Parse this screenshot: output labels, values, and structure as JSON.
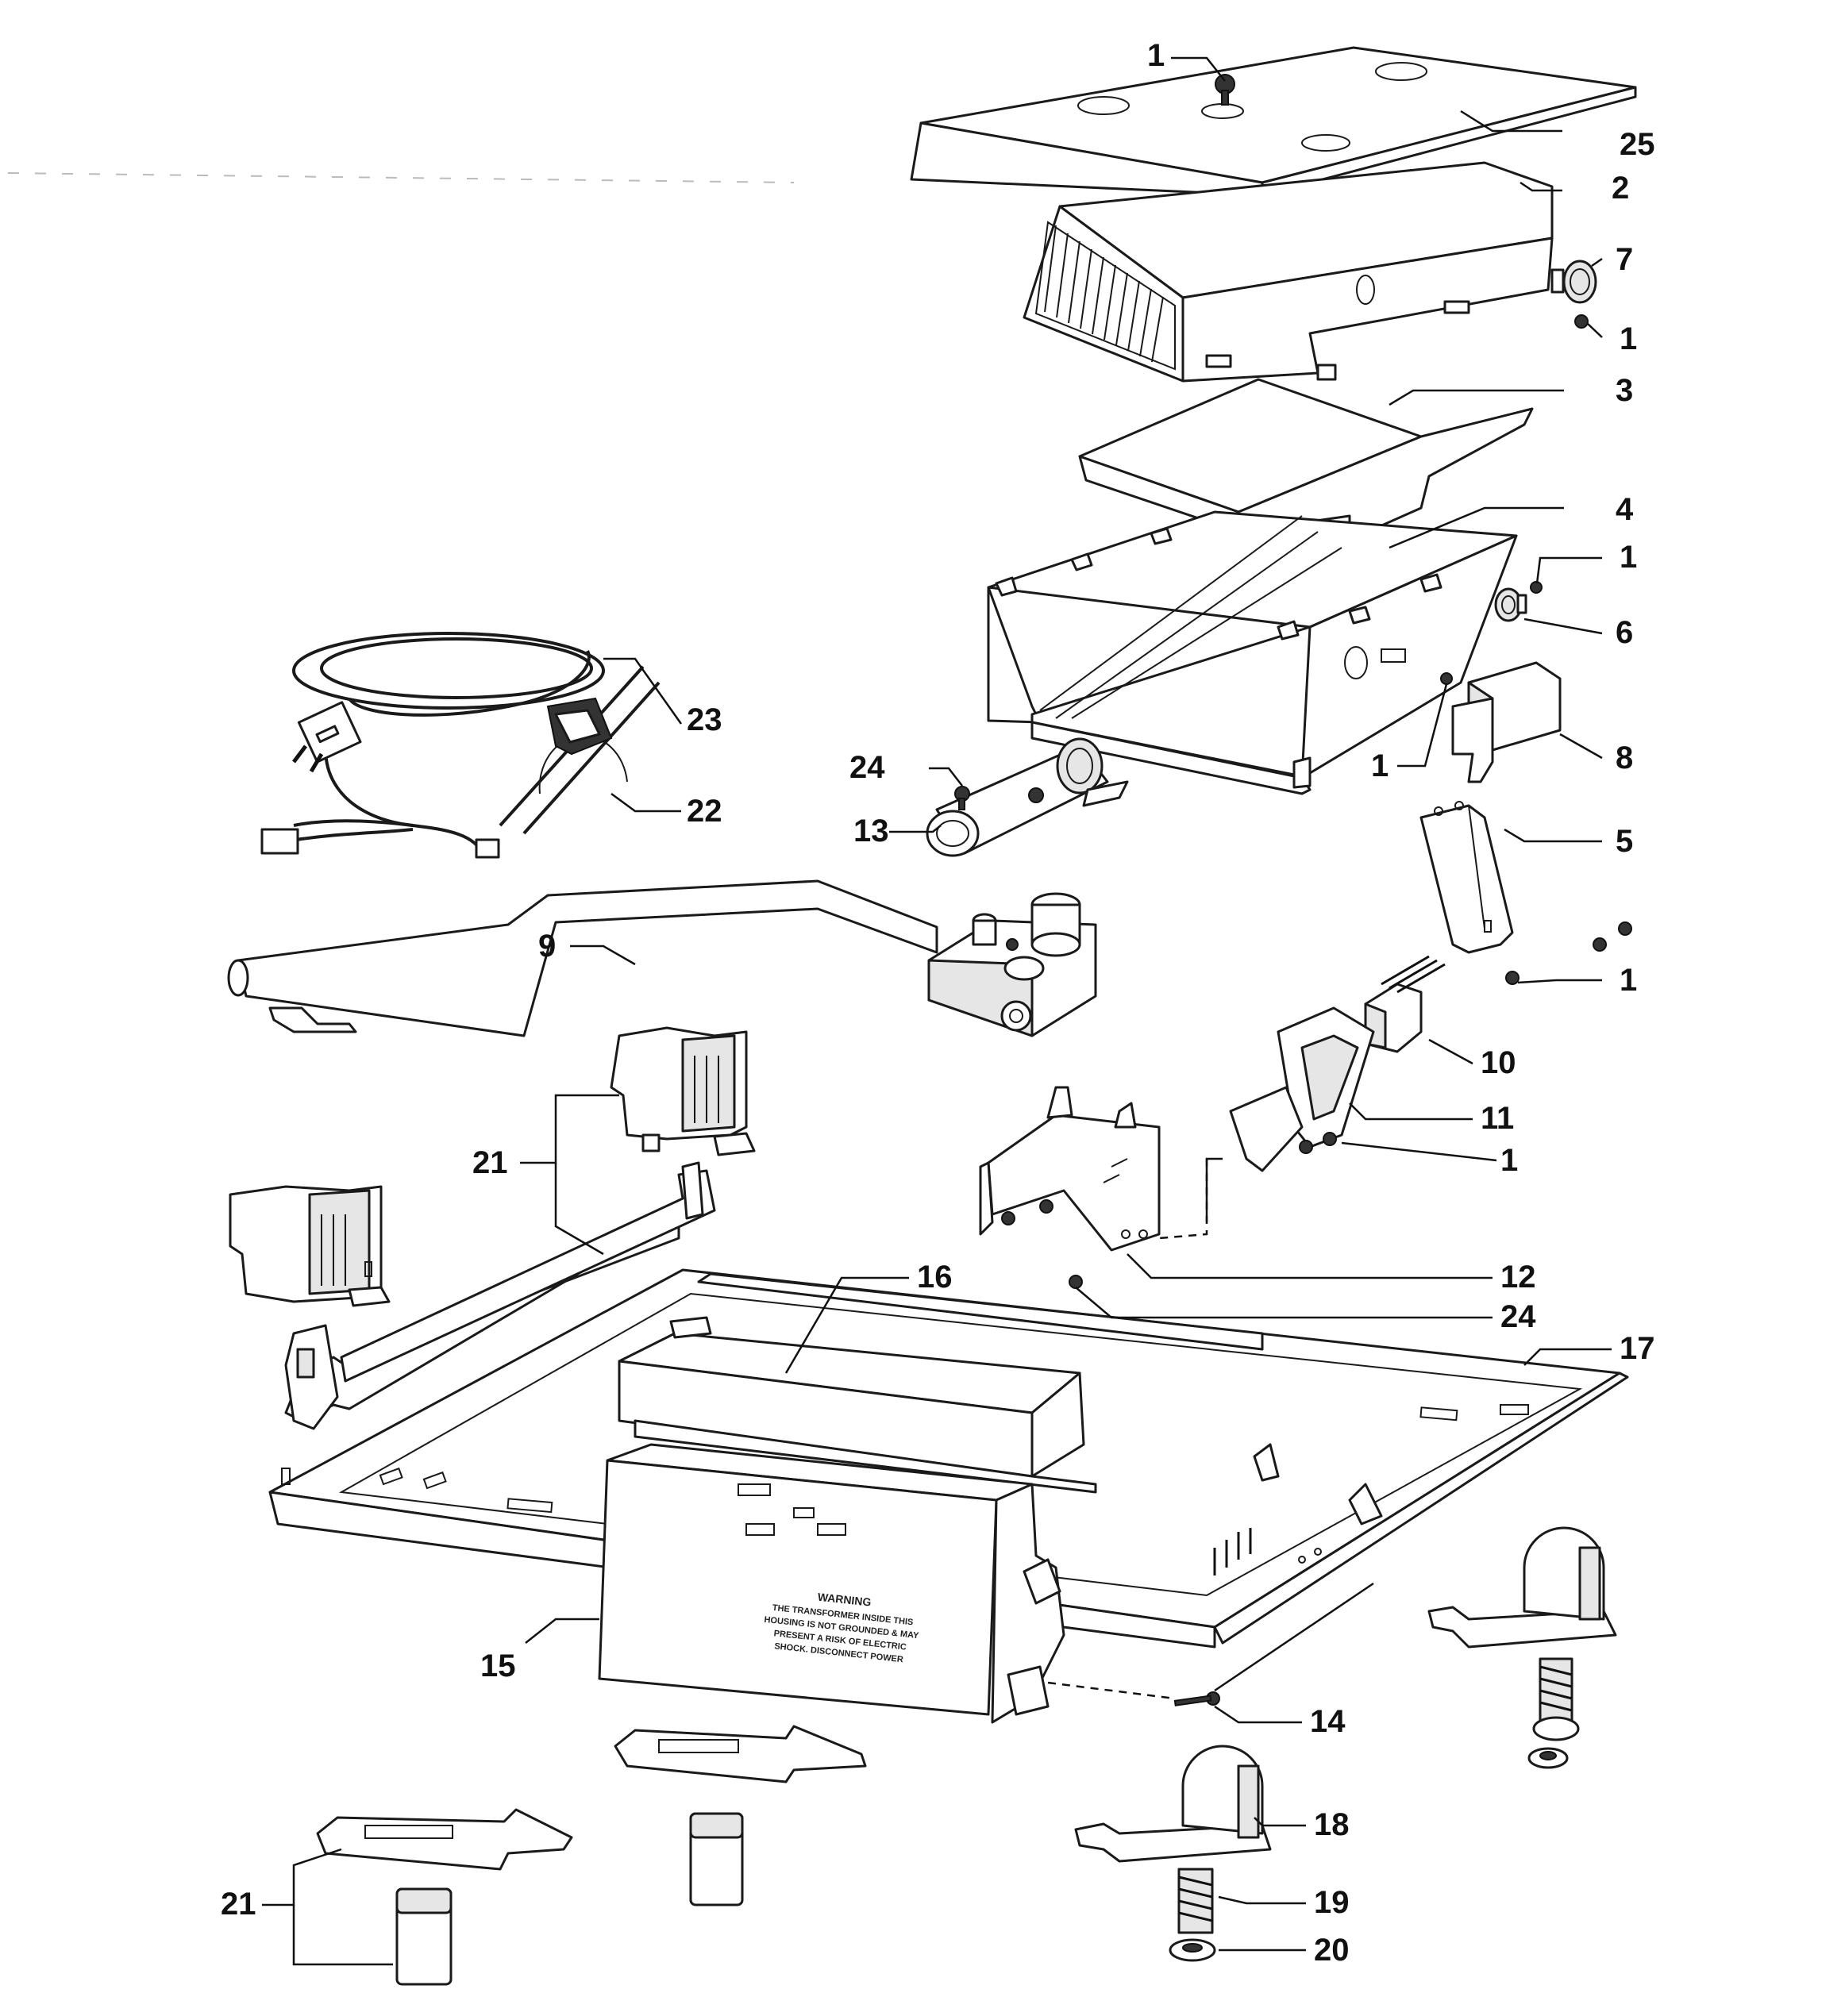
{
  "warning_label": {
    "heading": "WARNING",
    "lines": [
      "THE TRANSFORMER INSIDE THIS",
      "HOUSING IS NOT GROUNDED & MAY",
      "PRESENT A RISK OF ELECTRIC",
      "SHOCK. DISCONNECT POWER"
    ]
  },
  "callouts": {
    "c1_top": "1",
    "c25": "25",
    "c2": "2",
    "c7": "7",
    "c1_a": "1",
    "c3": "3",
    "c4": "4",
    "c1_b": "1",
    "c6": "6",
    "c23": "23",
    "c22": "22",
    "c1_c": "1",
    "c8": "8",
    "c24_a": "24",
    "c13": "13",
    "c5": "5",
    "c9": "9",
    "c1_d": "1",
    "c10": "10",
    "c11": "11",
    "c21_a": "21",
    "c1_e": "1",
    "c16": "16",
    "c12": "12",
    "c24_b": "24",
    "c17": "17",
    "c15": "15",
    "c14": "14",
    "c18": "18",
    "c21_b": "21",
    "c19": "19",
    "c20": "20"
  }
}
